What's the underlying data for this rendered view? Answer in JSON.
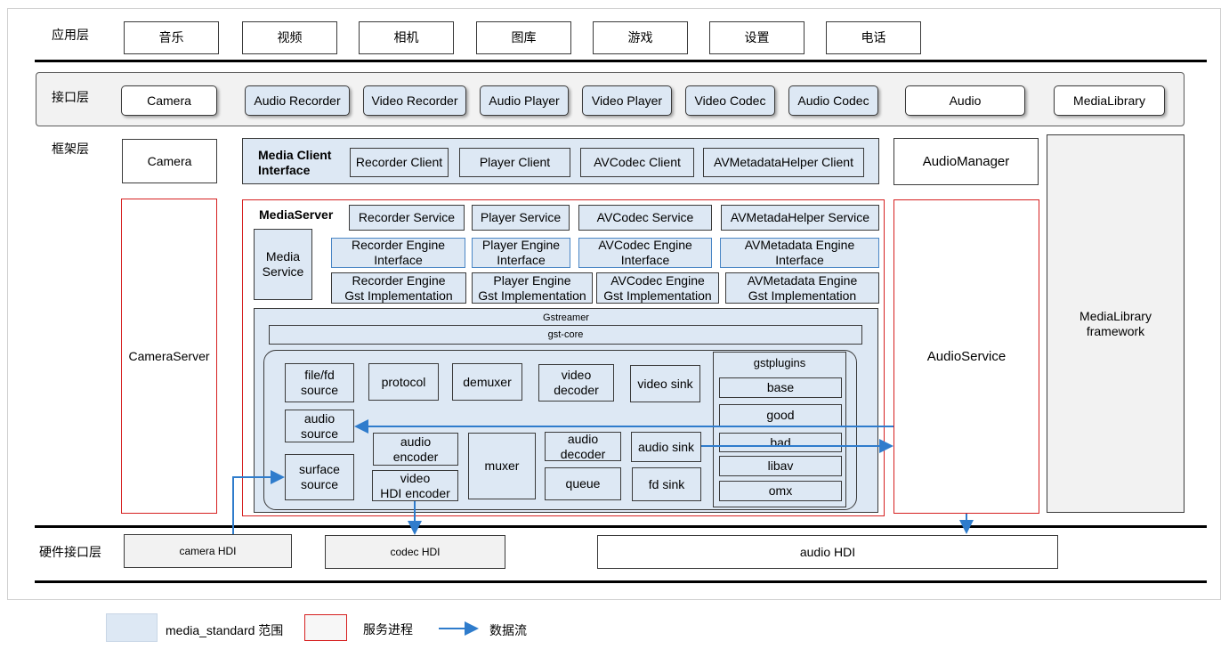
{
  "layers": {
    "app": "应用层",
    "interface": "接口层",
    "framework": "框架层",
    "hardware": "硬件接口层"
  },
  "apps": [
    "音乐",
    "视频",
    "相机",
    "图库",
    "游戏",
    "设置",
    "电话"
  ],
  "interface_items": [
    "Camera",
    "Audio Recorder",
    "Video Recorder",
    "Audio Player",
    "Video Player",
    "Video Codec",
    "Audio Codec",
    "Audio",
    "MediaLibrary"
  ],
  "framework": {
    "camera": "Camera",
    "camera_server": "CameraServer",
    "media_client_interface": "Media Client\nInterface",
    "clients": [
      "Recorder Client",
      "Player Client",
      "AVCodec Client",
      "AVMetadataHelper Client"
    ],
    "audio_manager": "AudioManager",
    "audio_service": "AudioService",
    "medialibrary_framework": "MediaLibrary\nframework",
    "media_server": "MediaServer",
    "media_service": "Media\nService",
    "services": [
      "Recorder Service",
      "Player Service",
      "AVCodec Service",
      "AVMetadaHelper Service"
    ],
    "engine_interfaces": [
      "Recorder Engine\nInterface",
      "Player Engine\nInterface",
      "AVCodec Engine\nInterface",
      "AVMetadata Engine\nInterface"
    ],
    "engine_impls": [
      "Recorder Engine\nGst Implementation",
      "Player Engine\nGst Implementation",
      "AVCodec Engine\nGst Implementation",
      "AVMetadata Engine\nGst Implementation"
    ],
    "gstreamer": "Gstreamer",
    "gst_core": "gst-core",
    "elements": {
      "file_source": "file/fd\nsource",
      "protocol": "protocol",
      "demuxer": "demuxer",
      "video_decoder": "video\ndecoder",
      "video_sink": "video sink",
      "audio_source": "audio\nsource",
      "audio_encoder": "audio\nencoder",
      "muxer": "muxer",
      "audio_decoder": "audio\ndecoder",
      "audio_sink": "audio sink",
      "surface_source": "surface\nsource",
      "video_hdi_encoder": "video\nHDI encoder",
      "queue": "queue",
      "fd_sink": "fd sink"
    },
    "gstplugins": "gstplugins",
    "plugins": [
      "base",
      "good",
      "bad",
      "libav",
      "omx"
    ]
  },
  "hardware": {
    "camera_hdi": "camera HDI",
    "codec_hdi": "codec HDI",
    "audio_hdi": "audio HDI"
  },
  "legend": {
    "scope": "media_standard 范围",
    "process": "服务进程",
    "dataflow": "数据流"
  },
  "colors": {
    "scope_fill": "#dde8f4",
    "process_border": "#d62020",
    "arrow": "#2f7ccc"
  }
}
